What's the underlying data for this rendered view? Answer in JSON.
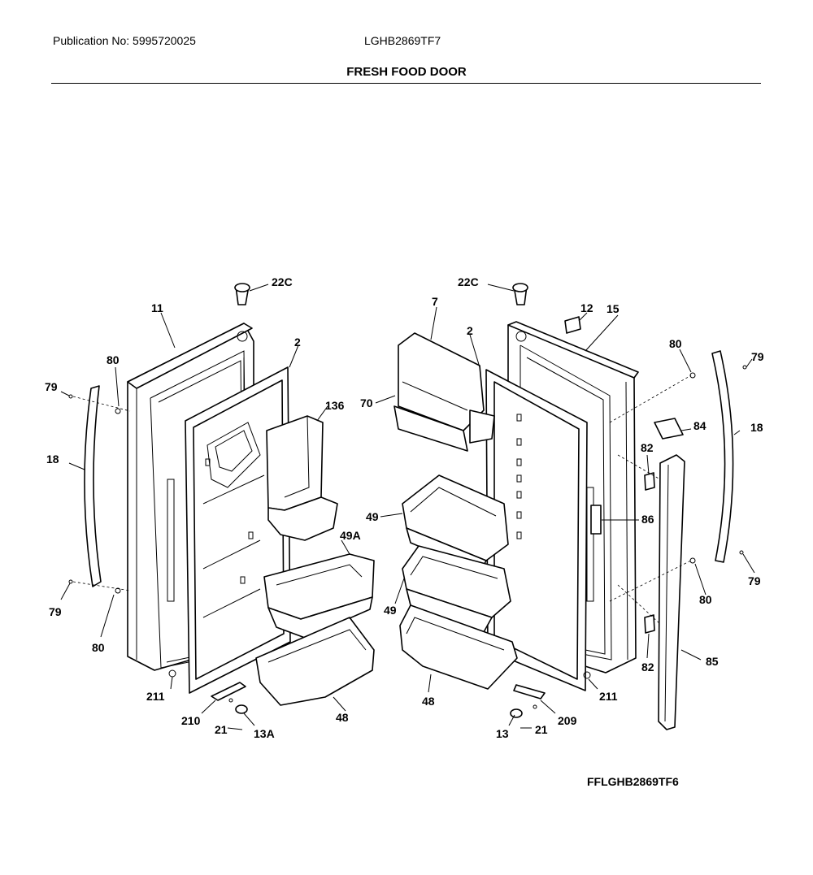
{
  "header": {
    "publication": "Publication No: 5995720025",
    "model": "LGHB2869TF7",
    "title": "FRESH FOOD DOOR"
  },
  "footer": {
    "diagram_code": "FFLGHB2869TF6"
  },
  "callouts": {
    "c22c_left": "22C",
    "c22c_right": "22C",
    "c11": "11",
    "c2_left": "2",
    "c2_right": "2",
    "c7": "7",
    "c12": "12",
    "c15": "15",
    "c80_tl": "80",
    "c80_bl": "80",
    "c80_tr": "80",
    "c80_br": "80",
    "c79_tl": "79",
    "c79_bl": "79",
    "c79_tr": "79",
    "c79_br": "79",
    "c18_left": "18",
    "c18_right": "18",
    "c136": "136",
    "c70": "70",
    "c84": "84",
    "c82_top": "82",
    "c82_bot": "82",
    "c86": "86",
    "c85": "85",
    "c49_top": "49",
    "c49_bot": "49",
    "c49a": "49A",
    "c48_left": "48",
    "c48_right": "48",
    "c211_left": "211",
    "c211_right": "211",
    "c210": "210",
    "c209": "209",
    "c21_left": "21",
    "c21_right": "21",
    "c13a": "13A",
    "c13": "13"
  }
}
